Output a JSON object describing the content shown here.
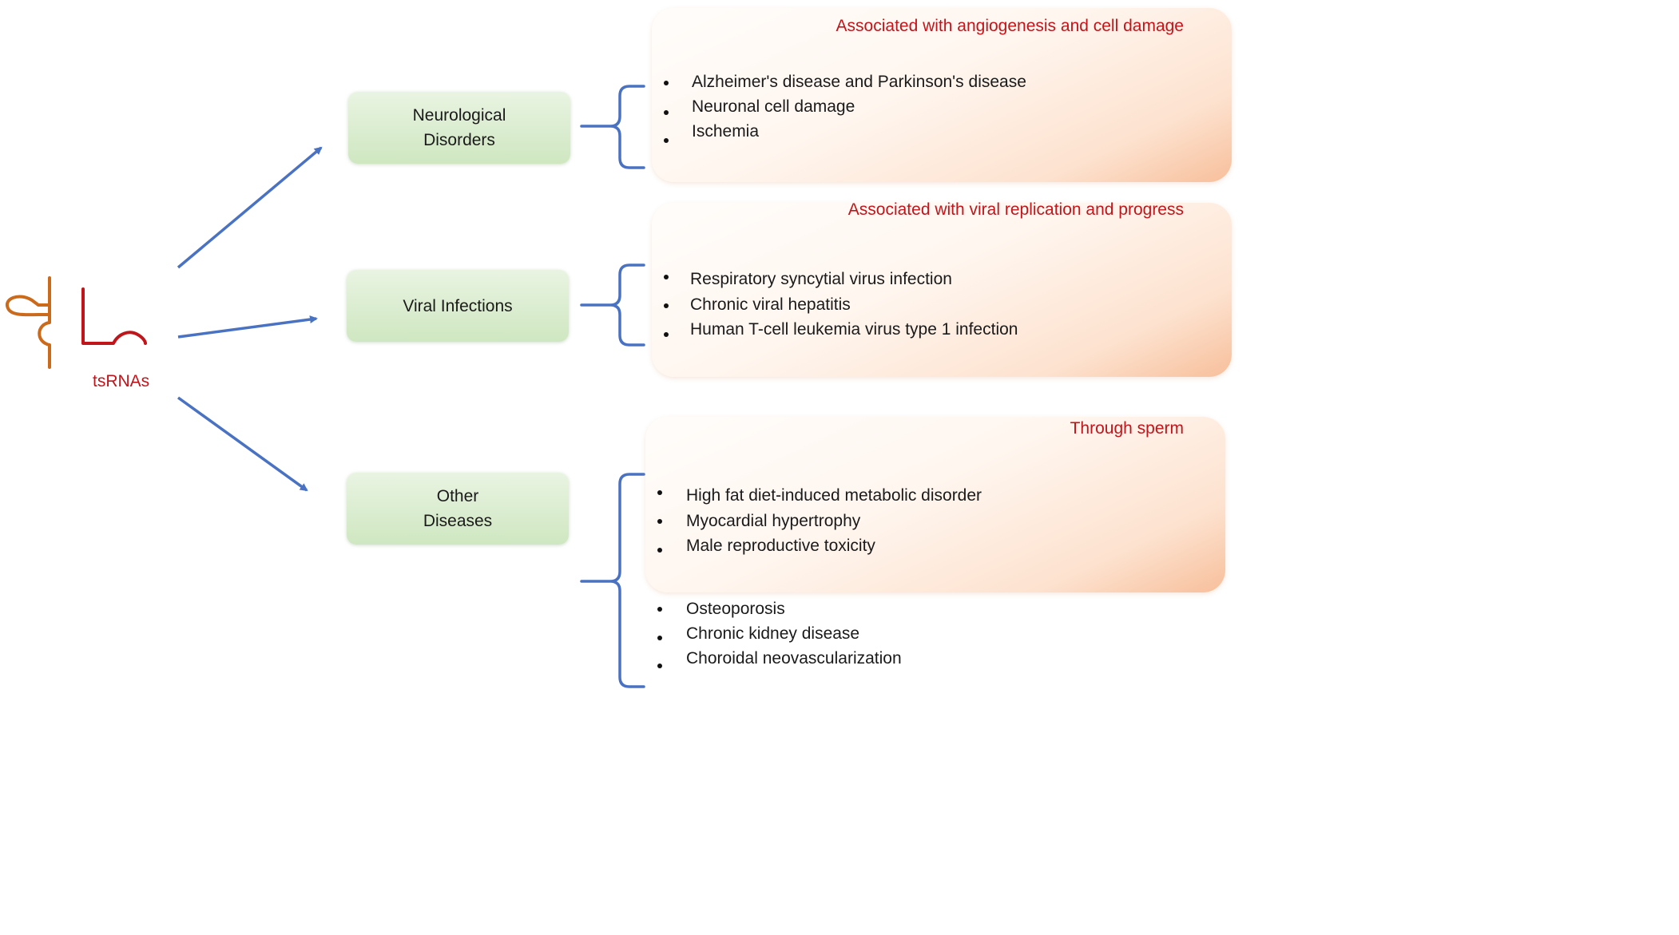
{
  "source_label": "tsRNAs",
  "categories": {
    "neuro": {
      "lines": [
        "Neurological",
        "Disorders"
      ],
      "note": "Associated with angiogenesis and cell damage",
      "items": [
        "Alzheimer's disease and Parkinson's disease",
        "Neuronal cell damage",
        "Ischemia"
      ]
    },
    "viral": {
      "lines": [
        "Viral Infections"
      ],
      "note": "Associated with viral replication and progress",
      "items": [
        "Respiratory syncytial virus infection",
        "Chronic viral hepatitis",
        "Human T-cell leukemia virus type 1 infection"
      ]
    },
    "other": {
      "lines": [
        "Other",
        "Diseases"
      ],
      "note": "Through sperm",
      "items": [
        "High fat diet-induced metabolic disorder",
        "Myocardial hypertrophy",
        "Male reproductive toxicity"
      ],
      "extra_items": [
        "Osteoporosis",
        "Chronic kidney disease",
        "Choroidal neovascularization"
      ]
    }
  },
  "colors": {
    "arrow": "#4a72c2",
    "bracket": "#4a72c2",
    "accent_red": "#c0151b",
    "rna_orange": "#cc6a1c",
    "rna_red": "#c0151b"
  }
}
